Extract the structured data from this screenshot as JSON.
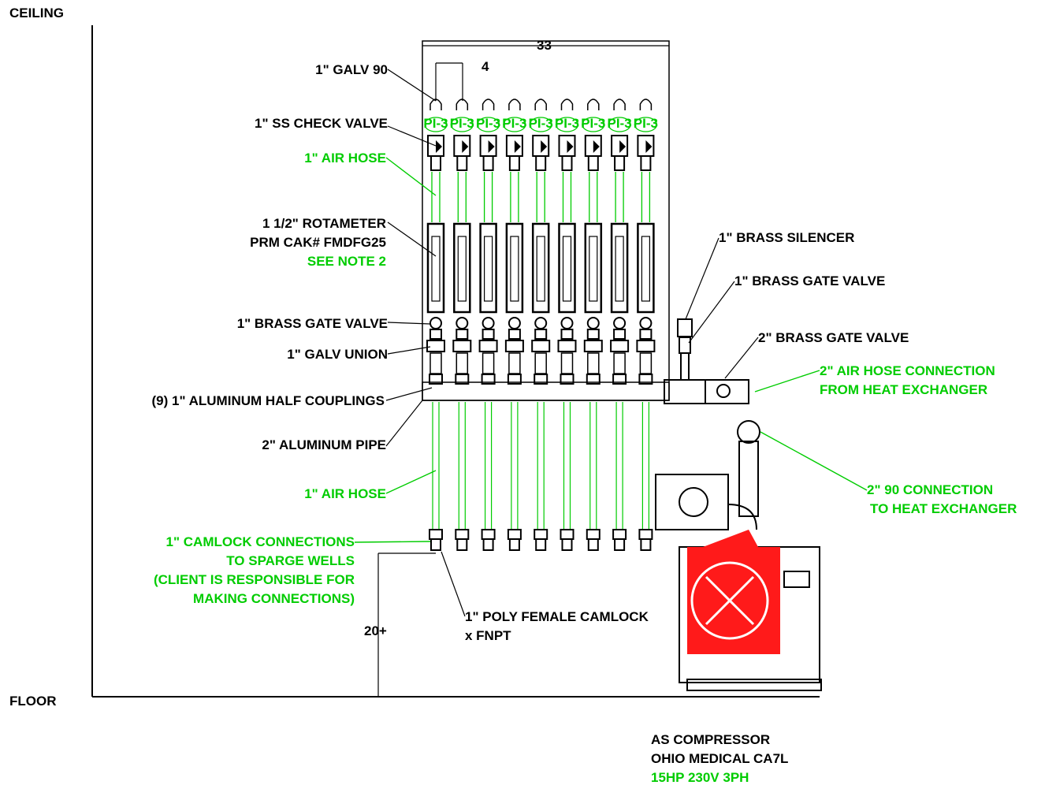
{
  "labels": {
    "ceiling": "CEILING",
    "floor": "FLOOR",
    "dim_overall": "33",
    "dim_spacing": "4",
    "dim_height": "20+",
    "galv90": "1\" GALV 90",
    "check_valve": "1\" SS CHECK VALVE",
    "air_hose_top": "1\" AIR HOSE",
    "rotameter_1": "1 1/2\" ROTAMETER",
    "rotameter_2": "PRM CAK# FMDFG25",
    "rotameter_note": "SEE NOTE 2",
    "gate_valve_left": "1\" BRASS GATE VALVE",
    "galv_union": "1\" GALV UNION",
    "half_couplings": "(9) 1\" ALUMINUM HALF COUPLINGS",
    "aluminum_pipe": "2\" ALUMINUM PIPE",
    "air_hose_bottom": "1\" AIR HOSE",
    "camlock_1": "1\" CAMLOCK CONNECTIONS",
    "camlock_2": "TO SPARGE WELLS",
    "camlock_3": "(CLIENT IS RESPONSIBLE FOR",
    "camlock_4": "MAKING CONNECTIONS)",
    "poly_camlock_1": "1\" POLY FEMALE CAMLOCK",
    "poly_camlock_2": "x FNPT",
    "brass_silencer": "1\" BRASS SILENCER",
    "gate_valve_right": "1\" BRASS GATE VALVE",
    "gate_valve_2in": "2\" BRASS GATE VALVE",
    "air_hose_conn_1": "2\" AIR HOSE CONNECTION",
    "air_hose_conn_2": "FROM HEAT EXCHANGER",
    "conn90_1": "2\" 90 CONNECTION",
    "conn90_2": "TO HEAT EXCHANGER",
    "compressor_1": "AS COMPRESSOR",
    "compressor_2": "OHIO MEDICAL CA7L",
    "compressor_3": "15HP 230V 3PH",
    "pressure_indicator": "PI-3"
  },
  "branch_count": 9,
  "colors": {
    "line": "#000000",
    "note": "#00cc00",
    "motor": "#ff1a1a"
  }
}
